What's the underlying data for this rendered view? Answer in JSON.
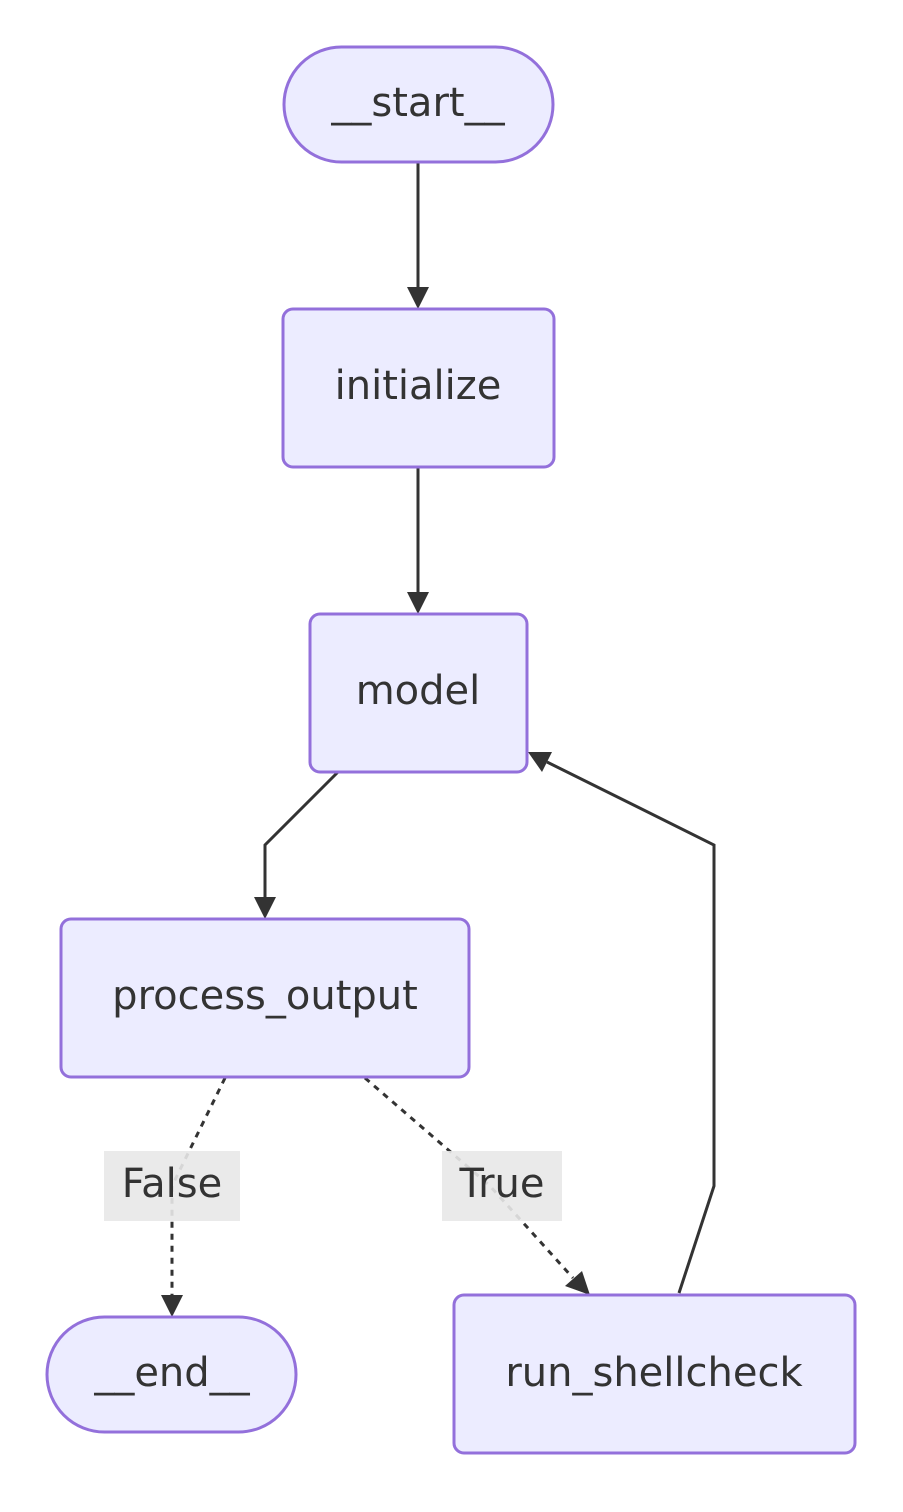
{
  "diagram": {
    "type": "flowchart",
    "nodes": [
      {
        "id": "start",
        "label": "__start__",
        "shape": "stadium"
      },
      {
        "id": "initialize",
        "label": "initialize",
        "shape": "rect"
      },
      {
        "id": "model",
        "label": "model",
        "shape": "rect"
      },
      {
        "id": "process_output",
        "label": "process_output",
        "shape": "rect"
      },
      {
        "id": "end",
        "label": "__end__",
        "shape": "stadium"
      },
      {
        "id": "run_shellcheck",
        "label": "run_shellcheck",
        "shape": "rect"
      }
    ],
    "edges": [
      {
        "from": "start",
        "to": "initialize",
        "style": "solid",
        "label": ""
      },
      {
        "from": "initialize",
        "to": "model",
        "style": "solid",
        "label": ""
      },
      {
        "from": "model",
        "to": "process_output",
        "style": "solid",
        "label": ""
      },
      {
        "from": "process_output",
        "to": "end",
        "style": "dashed",
        "label": "False"
      },
      {
        "from": "process_output",
        "to": "run_shellcheck",
        "style": "dashed",
        "label": "True"
      },
      {
        "from": "run_shellcheck",
        "to": "model",
        "style": "solid",
        "label": ""
      }
    ],
    "colors": {
      "node_fill": "#ECECFF",
      "node_stroke": "#9370DB",
      "edge": "#333333",
      "text": "#333333",
      "edge_label_bg": "#E8E8E8"
    }
  }
}
